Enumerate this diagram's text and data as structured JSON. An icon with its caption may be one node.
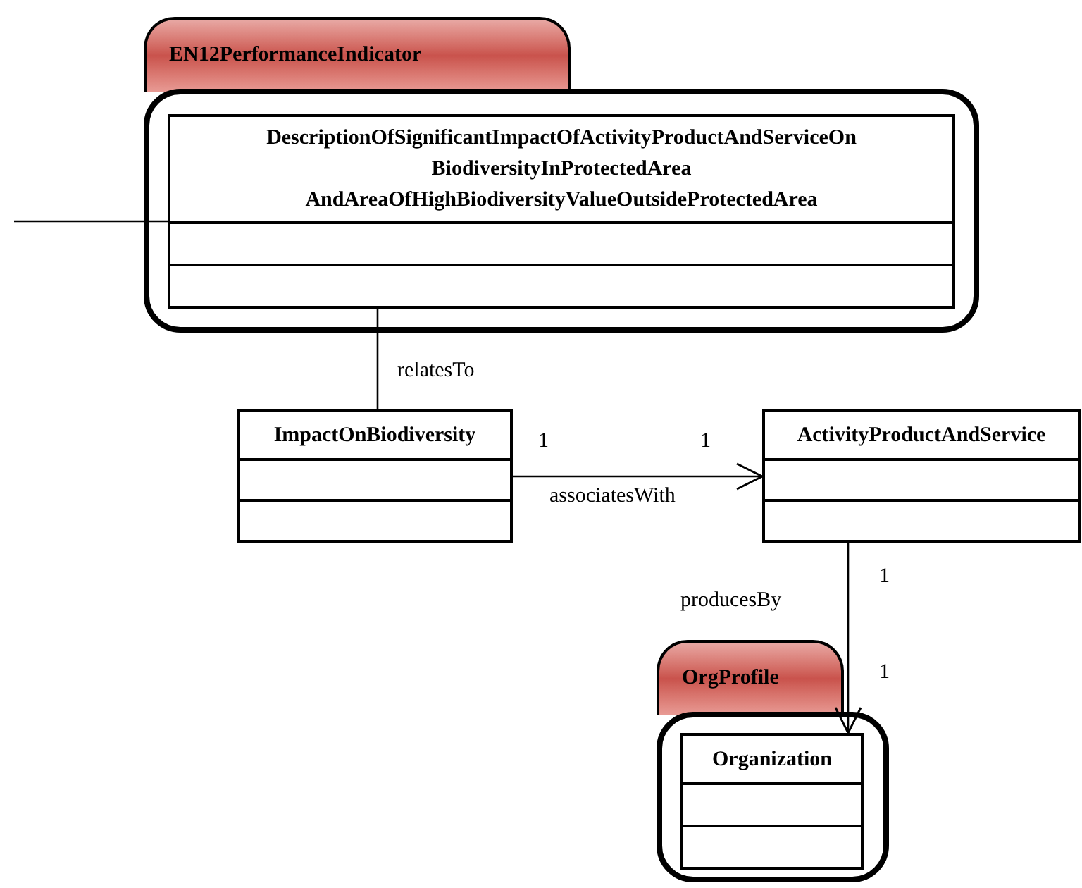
{
  "diagram": {
    "nodes": [
      {
        "text": [
          "EN12PerformanceIndicator"
        ]
      },
      {
        "text": [
          "DescriptionOfSignificantImpactOfActivityProductAndServiceOn BiodiversityInProtectedArea AndAreaOfHighBiodiversityValueOutsideProtectedArea"
        ],
        "in": 0
      },
      {
        "text": [
          "ImpactOnBiodiversity"
        ]
      },
      {
        "text": [
          "ActivityProductAndService"
        ]
      },
      {
        "text": [
          "OrgProfile"
        ]
      },
      {
        "text": [
          "Organization"
        ],
        "in": 4
      }
    ],
    "edges": [
      {
        "from": null,
        "to": 1,
        "arrow": "none"
      },
      {
        "from": 1,
        "to": 2,
        "label": "relatesTo",
        "arrow": "none"
      },
      {
        "from": 2,
        "to": 3,
        "label": "associatesWith",
        "arrow": "to"
      },
      {
        "from": 3,
        "to": 5,
        "label": "producesBy",
        "arrow": "to"
      }
    ],
    "labels": [
      "1",
      "1",
      "1",
      "1"
    ]
  }
}
